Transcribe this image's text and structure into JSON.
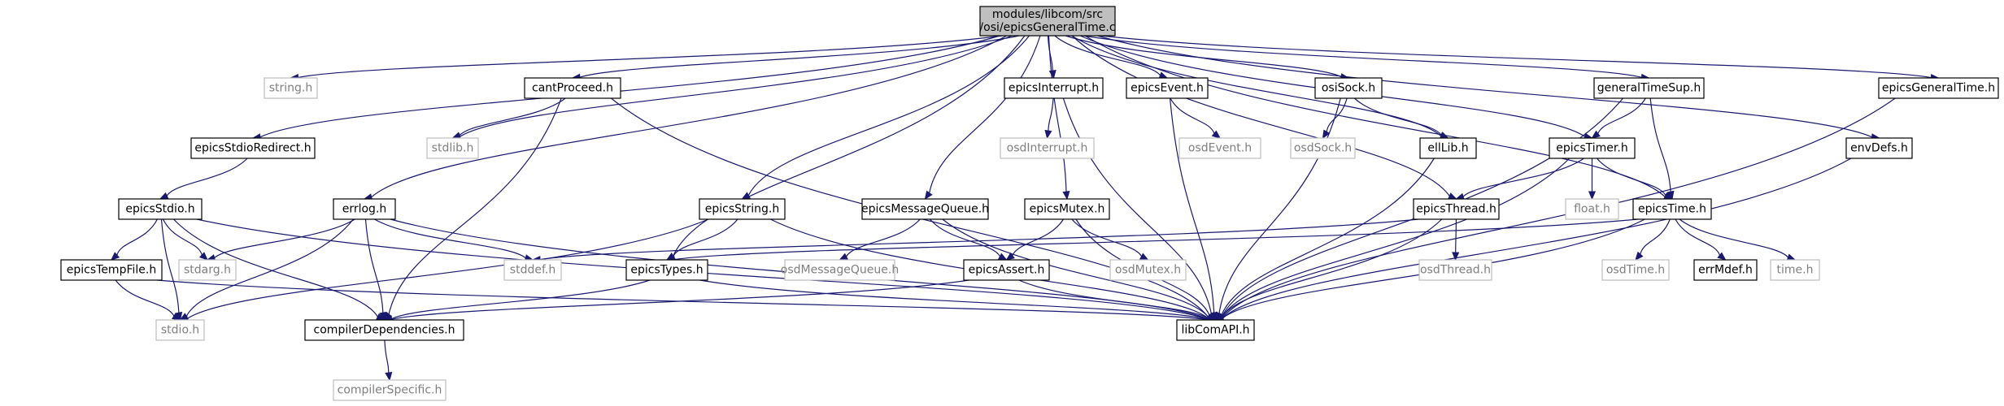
{
  "graph": {
    "nodes": [
      {
        "id": "root",
        "lines": [
          "modules/libcom/src",
          "/osi/epicsGeneralTime.c"
        ],
        "kind": "root"
      },
      {
        "id": "string_h",
        "lines": [
          "string.h"
        ],
        "kind": "ext"
      },
      {
        "id": "epicsStdioRedirect_h",
        "lines": [
          "epicsStdioRedirect.h"
        ],
        "kind": "doc"
      },
      {
        "id": "stdlib_h",
        "lines": [
          "stdlib.h"
        ],
        "kind": "ext"
      },
      {
        "id": "cantProceed_h",
        "lines": [
          "cantProceed.h"
        ],
        "kind": "doc"
      },
      {
        "id": "epicsInterrupt_h",
        "lines": [
          "epicsInterrupt.h"
        ],
        "kind": "doc"
      },
      {
        "id": "epicsEvent_h",
        "lines": [
          "epicsEvent.h"
        ],
        "kind": "doc"
      },
      {
        "id": "osiSock_h",
        "lines": [
          "osiSock.h"
        ],
        "kind": "doc"
      },
      {
        "id": "generalTimeSup_h",
        "lines": [
          "generalTimeSup.h"
        ],
        "kind": "doc"
      },
      {
        "id": "epicsGeneralTime_h",
        "lines": [
          "epicsGeneralTime.h"
        ],
        "kind": "doc"
      },
      {
        "id": "osdInterrupt_h",
        "lines": [
          "osdInterrupt.h"
        ],
        "kind": "ext"
      },
      {
        "id": "osdEvent_h",
        "lines": [
          "osdEvent.h"
        ],
        "kind": "ext"
      },
      {
        "id": "osdSock_h",
        "lines": [
          "osdSock.h"
        ],
        "kind": "ext"
      },
      {
        "id": "ellLib_h",
        "lines": [
          "ellLib.h"
        ],
        "kind": "doc"
      },
      {
        "id": "epicsTimer_h",
        "lines": [
          "epicsTimer.h"
        ],
        "kind": "doc"
      },
      {
        "id": "envDefs_h",
        "lines": [
          "envDefs.h"
        ],
        "kind": "doc"
      },
      {
        "id": "epicsStdio_h",
        "lines": [
          "epicsStdio.h"
        ],
        "kind": "doc"
      },
      {
        "id": "errlog_h",
        "lines": [
          "errlog.h"
        ],
        "kind": "doc"
      },
      {
        "id": "epicsString_h",
        "lines": [
          "epicsString.h"
        ],
        "kind": "doc"
      },
      {
        "id": "epicsMessageQueue_h",
        "lines": [
          "epicsMessageQueue.h"
        ],
        "kind": "doc"
      },
      {
        "id": "epicsMutex_h",
        "lines": [
          "epicsMutex.h"
        ],
        "kind": "doc"
      },
      {
        "id": "epicsThread_h",
        "lines": [
          "epicsThread.h"
        ],
        "kind": "doc"
      },
      {
        "id": "float_h",
        "lines": [
          "float.h"
        ],
        "kind": "ext"
      },
      {
        "id": "epicsTime_h",
        "lines": [
          "epicsTime.h"
        ],
        "kind": "doc"
      },
      {
        "id": "epicsTempFile_h",
        "lines": [
          "epicsTempFile.h"
        ],
        "kind": "doc"
      },
      {
        "id": "stdarg_h",
        "lines": [
          "stdarg.h"
        ],
        "kind": "ext"
      },
      {
        "id": "stddef_h",
        "lines": [
          "stddef.h"
        ],
        "kind": "ext"
      },
      {
        "id": "epicsTypes_h",
        "lines": [
          "epicsTypes.h"
        ],
        "kind": "doc"
      },
      {
        "id": "osdMessageQueue_h",
        "lines": [
          "osdMessageQueue.h"
        ],
        "kind": "ext"
      },
      {
        "id": "epicsAssert_h",
        "lines": [
          "epicsAssert.h"
        ],
        "kind": "doc"
      },
      {
        "id": "osdMutex_h",
        "lines": [
          "osdMutex.h"
        ],
        "kind": "ext"
      },
      {
        "id": "osdThread_h",
        "lines": [
          "osdThread.h"
        ],
        "kind": "ext"
      },
      {
        "id": "osdTime_h",
        "lines": [
          "osdTime.h"
        ],
        "kind": "ext"
      },
      {
        "id": "errMdef_h",
        "lines": [
          "errMdef.h"
        ],
        "kind": "doc"
      },
      {
        "id": "time_h",
        "lines": [
          "time.h"
        ],
        "kind": "ext"
      },
      {
        "id": "stdio_h",
        "lines": [
          "stdio.h"
        ],
        "kind": "ext"
      },
      {
        "id": "compilerDependencies_h",
        "lines": [
          "compilerDependencies.h"
        ],
        "kind": "doc"
      },
      {
        "id": "libComAPI_h",
        "lines": [
          "libComAPI.h"
        ],
        "kind": "doc"
      },
      {
        "id": "compilerSpecific_h",
        "lines": [
          "compilerSpecific.h"
        ],
        "kind": "ext"
      }
    ],
    "edges": [
      [
        "root",
        "string_h"
      ],
      [
        "root",
        "epicsStdioRedirect_h"
      ],
      [
        "root",
        "stdlib_h"
      ],
      [
        "root",
        "cantProceed_h"
      ],
      [
        "root",
        "epicsInterrupt_h"
      ],
      [
        "root",
        "epicsEvent_h"
      ],
      [
        "root",
        "osiSock_h"
      ],
      [
        "root",
        "generalTimeSup_h"
      ],
      [
        "root",
        "epicsGeneralTime_h"
      ],
      [
        "root",
        "errlog_h"
      ],
      [
        "root",
        "epicsString_h"
      ],
      [
        "root",
        "epicsMessageQueue_h"
      ],
      [
        "root",
        "epicsMutex_h"
      ],
      [
        "root",
        "epicsThread_h"
      ],
      [
        "root",
        "epicsTypes_h"
      ],
      [
        "root",
        "ellLib_h"
      ],
      [
        "root",
        "epicsTimer_h"
      ],
      [
        "root",
        "envDefs_h"
      ],
      [
        "root",
        "epicsTime_h"
      ],
      [
        "epicsStdioRedirect_h",
        "epicsStdio_h"
      ],
      [
        "cantProceed_h",
        "stdlib_h"
      ],
      [
        "cantProceed_h",
        "compilerDependencies_h"
      ],
      [
        "cantProceed_h",
        "libComAPI_h"
      ],
      [
        "epicsInterrupt_h",
        "osdInterrupt_h"
      ],
      [
        "epicsInterrupt_h",
        "libComAPI_h"
      ],
      [
        "epicsEvent_h",
        "osdEvent_h"
      ],
      [
        "epicsEvent_h",
        "libComAPI_h"
      ],
      [
        "osiSock_h",
        "osdSock_h"
      ],
      [
        "osiSock_h",
        "ellLib_h"
      ],
      [
        "osiSock_h",
        "libComAPI_h"
      ],
      [
        "generalTimeSup_h",
        "epicsTimer_h"
      ],
      [
        "generalTimeSup_h",
        "epicsTime_h"
      ],
      [
        "generalTimeSup_h",
        "libComAPI_h"
      ],
      [
        "epicsGeneralTime_h",
        "libComAPI_h"
      ],
      [
        "ellLib_h",
        "libComAPI_h"
      ],
      [
        "epicsTimer_h",
        "epicsThread_h"
      ],
      [
        "epicsTimer_h",
        "float_h"
      ],
      [
        "epicsTimer_h",
        "epicsTime_h"
      ],
      [
        "epicsTimer_h",
        "libComAPI_h"
      ],
      [
        "envDefs_h",
        "libComAPI_h"
      ],
      [
        "epicsStdio_h",
        "epicsTempFile_h"
      ],
      [
        "epicsStdio_h",
        "stdarg_h"
      ],
      [
        "epicsStdio_h",
        "stdio_h"
      ],
      [
        "epicsStdio_h",
        "compilerDependencies_h"
      ],
      [
        "epicsStdio_h",
        "libComAPI_h"
      ],
      [
        "errlog_h",
        "stdarg_h"
      ],
      [
        "errlog_h",
        "stddef_h"
      ],
      [
        "errlog_h",
        "stdio_h"
      ],
      [
        "errlog_h",
        "compilerDependencies_h"
      ],
      [
        "errlog_h",
        "libComAPI_h"
      ],
      [
        "epicsString_h",
        "epicsTypes_h"
      ],
      [
        "epicsString_h",
        "stdio_h"
      ],
      [
        "epicsString_h",
        "libComAPI_h"
      ],
      [
        "epicsMessageQueue_h",
        "osdMessageQueue_h"
      ],
      [
        "epicsMessageQueue_h",
        "epicsAssert_h"
      ],
      [
        "epicsMessageQueue_h",
        "libComAPI_h"
      ],
      [
        "epicsMutex_h",
        "epicsAssert_h"
      ],
      [
        "epicsMutex_h",
        "osdMutex_h"
      ],
      [
        "epicsMutex_h",
        "libComAPI_h"
      ],
      [
        "epicsThread_h",
        "stddef_h"
      ],
      [
        "epicsThread_h",
        "osdThread_h"
      ],
      [
        "epicsThread_h",
        "libComAPI_h"
      ],
      [
        "epicsTime_h",
        "epicsTypes_h"
      ],
      [
        "epicsTime_h",
        "osdTime_h"
      ],
      [
        "epicsTime_h",
        "errMdef_h"
      ],
      [
        "epicsTime_h",
        "time_h"
      ],
      [
        "epicsTime_h",
        "libComAPI_h"
      ],
      [
        "epicsTempFile_h",
        "stdio_h"
      ],
      [
        "epicsTempFile_h",
        "libComAPI_h"
      ],
      [
        "epicsTypes_h",
        "compilerDependencies_h"
      ],
      [
        "epicsTypes_h",
        "libComAPI_h"
      ],
      [
        "epicsAssert_h",
        "compilerDependencies_h"
      ],
      [
        "epicsAssert_h",
        "libComAPI_h"
      ],
      [
        "compilerDependencies_h",
        "compilerSpecific_h"
      ]
    ]
  }
}
